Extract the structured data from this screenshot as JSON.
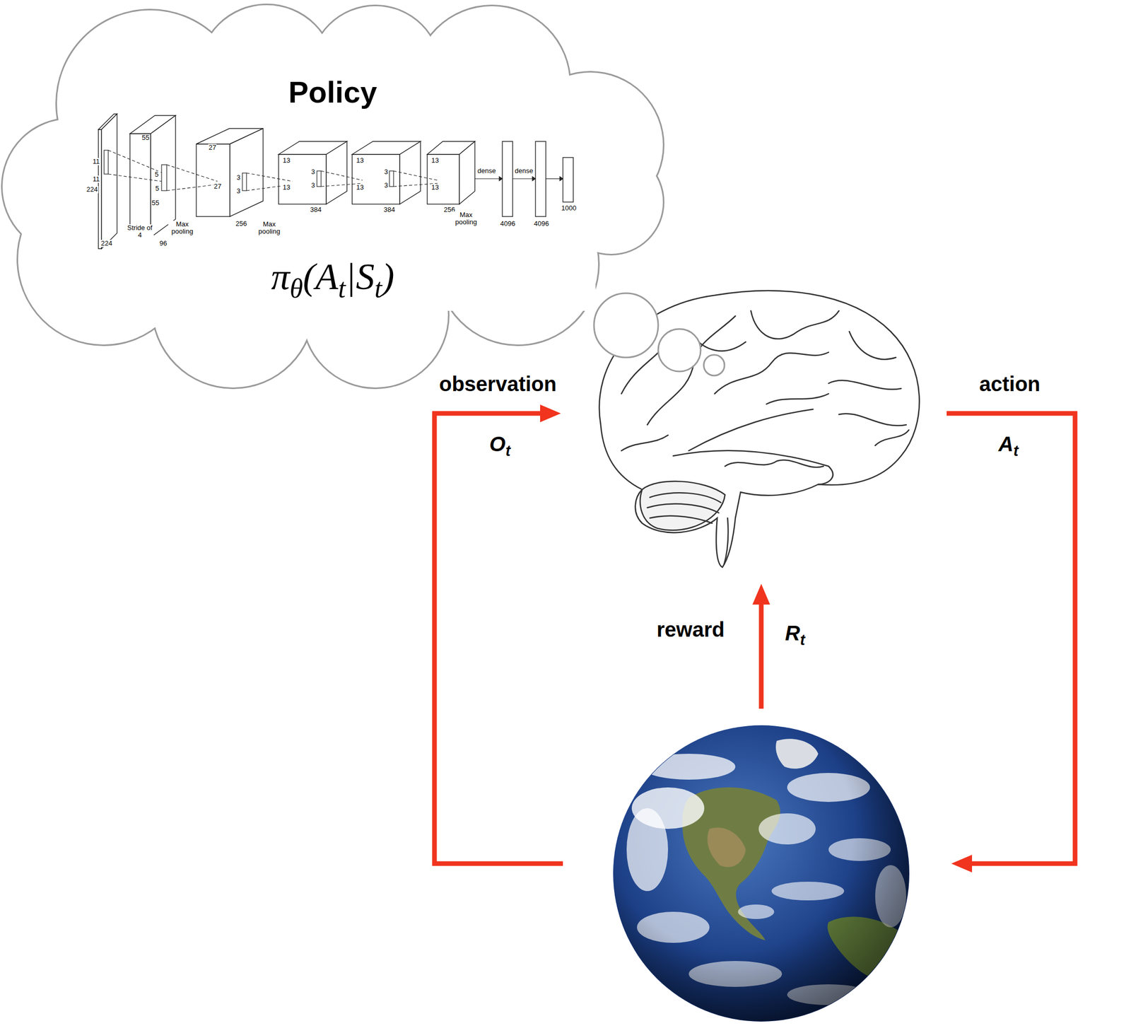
{
  "diagram": {
    "nodes": [
      {
        "text": [
          "Policy",
          "πθ(At|St)"
        ]
      }
    ],
    "labels": [
      "11",
      "11",
      "224",
      "224",
      "Stride of 4",
      "55",
      "5",
      "5",
      "55",
      "96",
      "Max pooling",
      "27",
      "27",
      "3",
      "3",
      "256",
      "Max pooling",
      "13",
      "3",
      "3",
      "13",
      "384",
      "13",
      "3",
      "3",
      "13",
      "384",
      "13",
      "13",
      "256",
      "Max pooling",
      "dense",
      "dense",
      "4096",
      "4096",
      "1000",
      "observation",
      "Ot",
      "action",
      "At",
      "reward",
      "Rt"
    ]
  }
}
